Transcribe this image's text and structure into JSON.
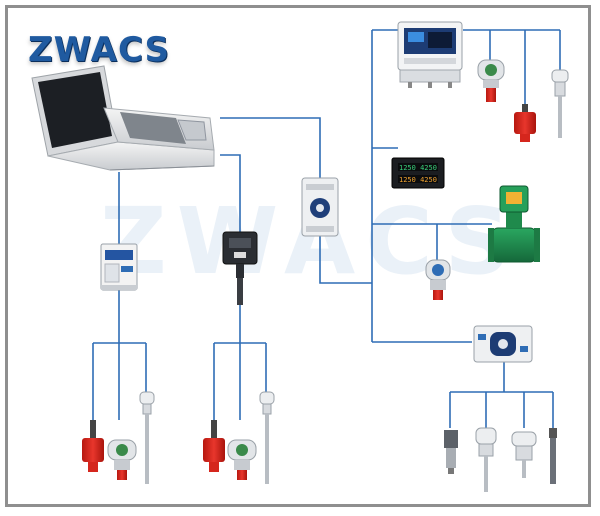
{
  "logo": {
    "text": "ZWACS"
  },
  "watermark": {
    "text": "ZWACS"
  },
  "colors": {
    "line": "#2f6db5",
    "border": "#8f8f8f",
    "red_sensor": "#d5261d",
    "green_meter": "#1f8a4c",
    "device_blue": "#1e4b8f",
    "display_green": "#39d07a",
    "display_orange": "#f2a431"
  },
  "icons": [
    "laptop",
    "din-rail-module",
    "usb-converter",
    "protocol-gateway",
    "multi-channel-controller",
    "digital-panel-meter",
    "electromagnetic-flowmeter",
    "pressure-transmitter",
    "temperature-probe",
    "level-sensor"
  ]
}
